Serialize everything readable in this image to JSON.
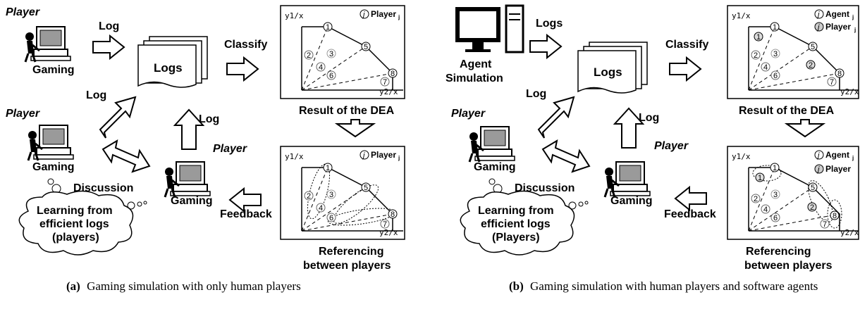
{
  "panel_a": {
    "player_top": "Player",
    "gaming_top": "Gaming",
    "log_top": "Log",
    "logs_doc": "Logs",
    "classify": "Classify",
    "log_mid": "Log",
    "player_mid": "Player",
    "gaming_mid": "Gaming",
    "log_center": "Log",
    "player_right": "Player",
    "gaming_right": "Gaming",
    "discussion": "Discussion",
    "cloud_text": [
      "Learning from",
      "efficient logs",
      "(players)"
    ],
    "feedback": "Feedback",
    "dea_result": "Result of the DEA",
    "referencing": [
      "Referencing",
      "between players"
    ],
    "chart_ylabel": "y1/x",
    "chart_xlabel": "y2/x",
    "legend_symbol": "j",
    "legend_player": "Player",
    "legend_sub": "j",
    "caption_label": "(a)",
    "caption_text": "Gaming simulation with only human players"
  },
  "panel_b": {
    "agent_sim": [
      "Agent",
      "Simulation"
    ],
    "logs_top": "Logs",
    "logs_doc": "Logs",
    "classify": "Classify",
    "log_mid": "Log",
    "player_mid": "Player",
    "gaming_mid": "Gaming",
    "log_center": "Log",
    "player_right": "Player",
    "gaming_right": "Gaming",
    "discussion": "Discussion",
    "cloud_text": [
      "Learning from",
      "efficient logs",
      "(Players)"
    ],
    "feedback": "Feedback",
    "dea_result": "Result of the DEA",
    "referencing": [
      "Referencing",
      "between players"
    ],
    "chart_ylabel": "y1/x",
    "chart_xlabel": "y2/x",
    "legend_agent": "Agent",
    "legend_player": "Player",
    "legend_sub": "j",
    "legend_symbol": "j",
    "caption_label": "(b)",
    "caption_text": "Gaming simulation with human players and software agents"
  },
  "dea_points": [
    "1",
    "2",
    "3",
    "4",
    "5",
    "6",
    "7",
    "8"
  ]
}
